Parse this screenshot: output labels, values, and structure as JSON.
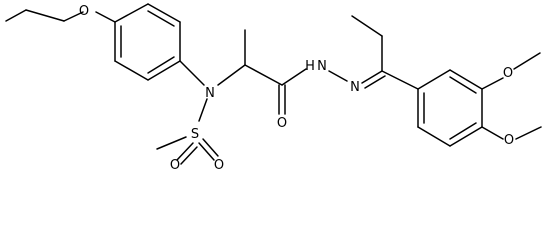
{
  "molecule": {
    "atoms": {
      "o_ethoxy": "O",
      "n_sulfonamide": "N",
      "s_sulfonyl": "S",
      "o_sulfonyl_1": "O",
      "o_sulfonyl_2": "O",
      "o_carbonyl": "O",
      "n_hydrazide": "N",
      "h_hydrazide": "H",
      "n_imine": "N",
      "o_methoxy_1": "O",
      "o_methoxy_2": "O"
    }
  }
}
